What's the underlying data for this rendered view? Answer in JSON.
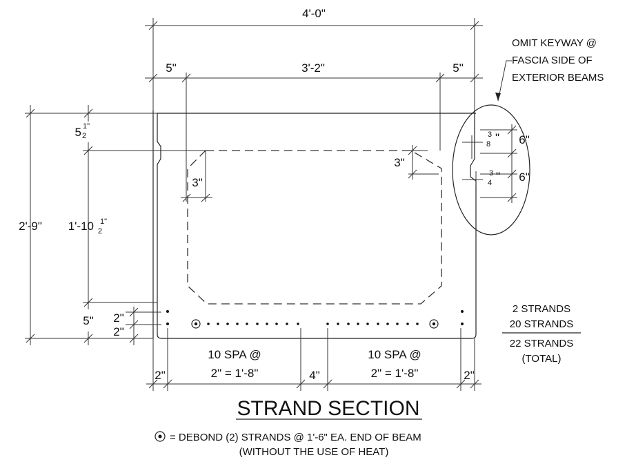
{
  "dimensions": {
    "overall_width": "4'-0\"",
    "left_edge": "5\"",
    "inner_width": "3'-2\"",
    "right_edge": "5\"",
    "top_offset": "5",
    "top_offset_frac": "1\"",
    "top_offset_frac_den": "2",
    "overall_height": "2'-9\"",
    "void_height": "1'-10",
    "void_height_frac": "1\"",
    "void_height_frac_den": "2",
    "chamfer_left": "3\"",
    "chamfer_right": "3\"",
    "bottom_total": "5\"",
    "bottom_upper": "2\"",
    "bottom_lower": "2\"",
    "keyway_top_num": "3",
    "keyway_top_den": "8",
    "keyway_top_unit": "\"",
    "keyway_top_dim": "6\"",
    "keyway_bot_num": "3",
    "keyway_bot_den": "4",
    "keyway_bot_unit": "\"",
    "keyway_bot_dim": "6\"",
    "bottom_left_edge": "2\"",
    "bottom_left_spa_1": "10 SPA @",
    "bottom_left_spa_2": "2\" = 1'-8\"",
    "bottom_center": "4\"",
    "bottom_right_spa_1": "10 SPA @",
    "bottom_right_spa_2": "2\" = 1'-8\"",
    "bottom_right_edge": "2\""
  },
  "note_keyway": [
    "OMIT KEYWAY @",
    "FASCIA SIDE OF",
    "EXTERIOR BEAMS"
  ],
  "strands": {
    "line1": "2 STRANDS",
    "line2": "20 STRANDS",
    "line3": "22 STRANDS",
    "line4": "(TOTAL)"
  },
  "title": "STRAND SECTION",
  "legend": {
    "line1": "= DEBOND (2) STRANDS @ 1'-6\" EA. END OF BEAM",
    "line2": "(WITHOUT THE USE OF HEAT)"
  }
}
